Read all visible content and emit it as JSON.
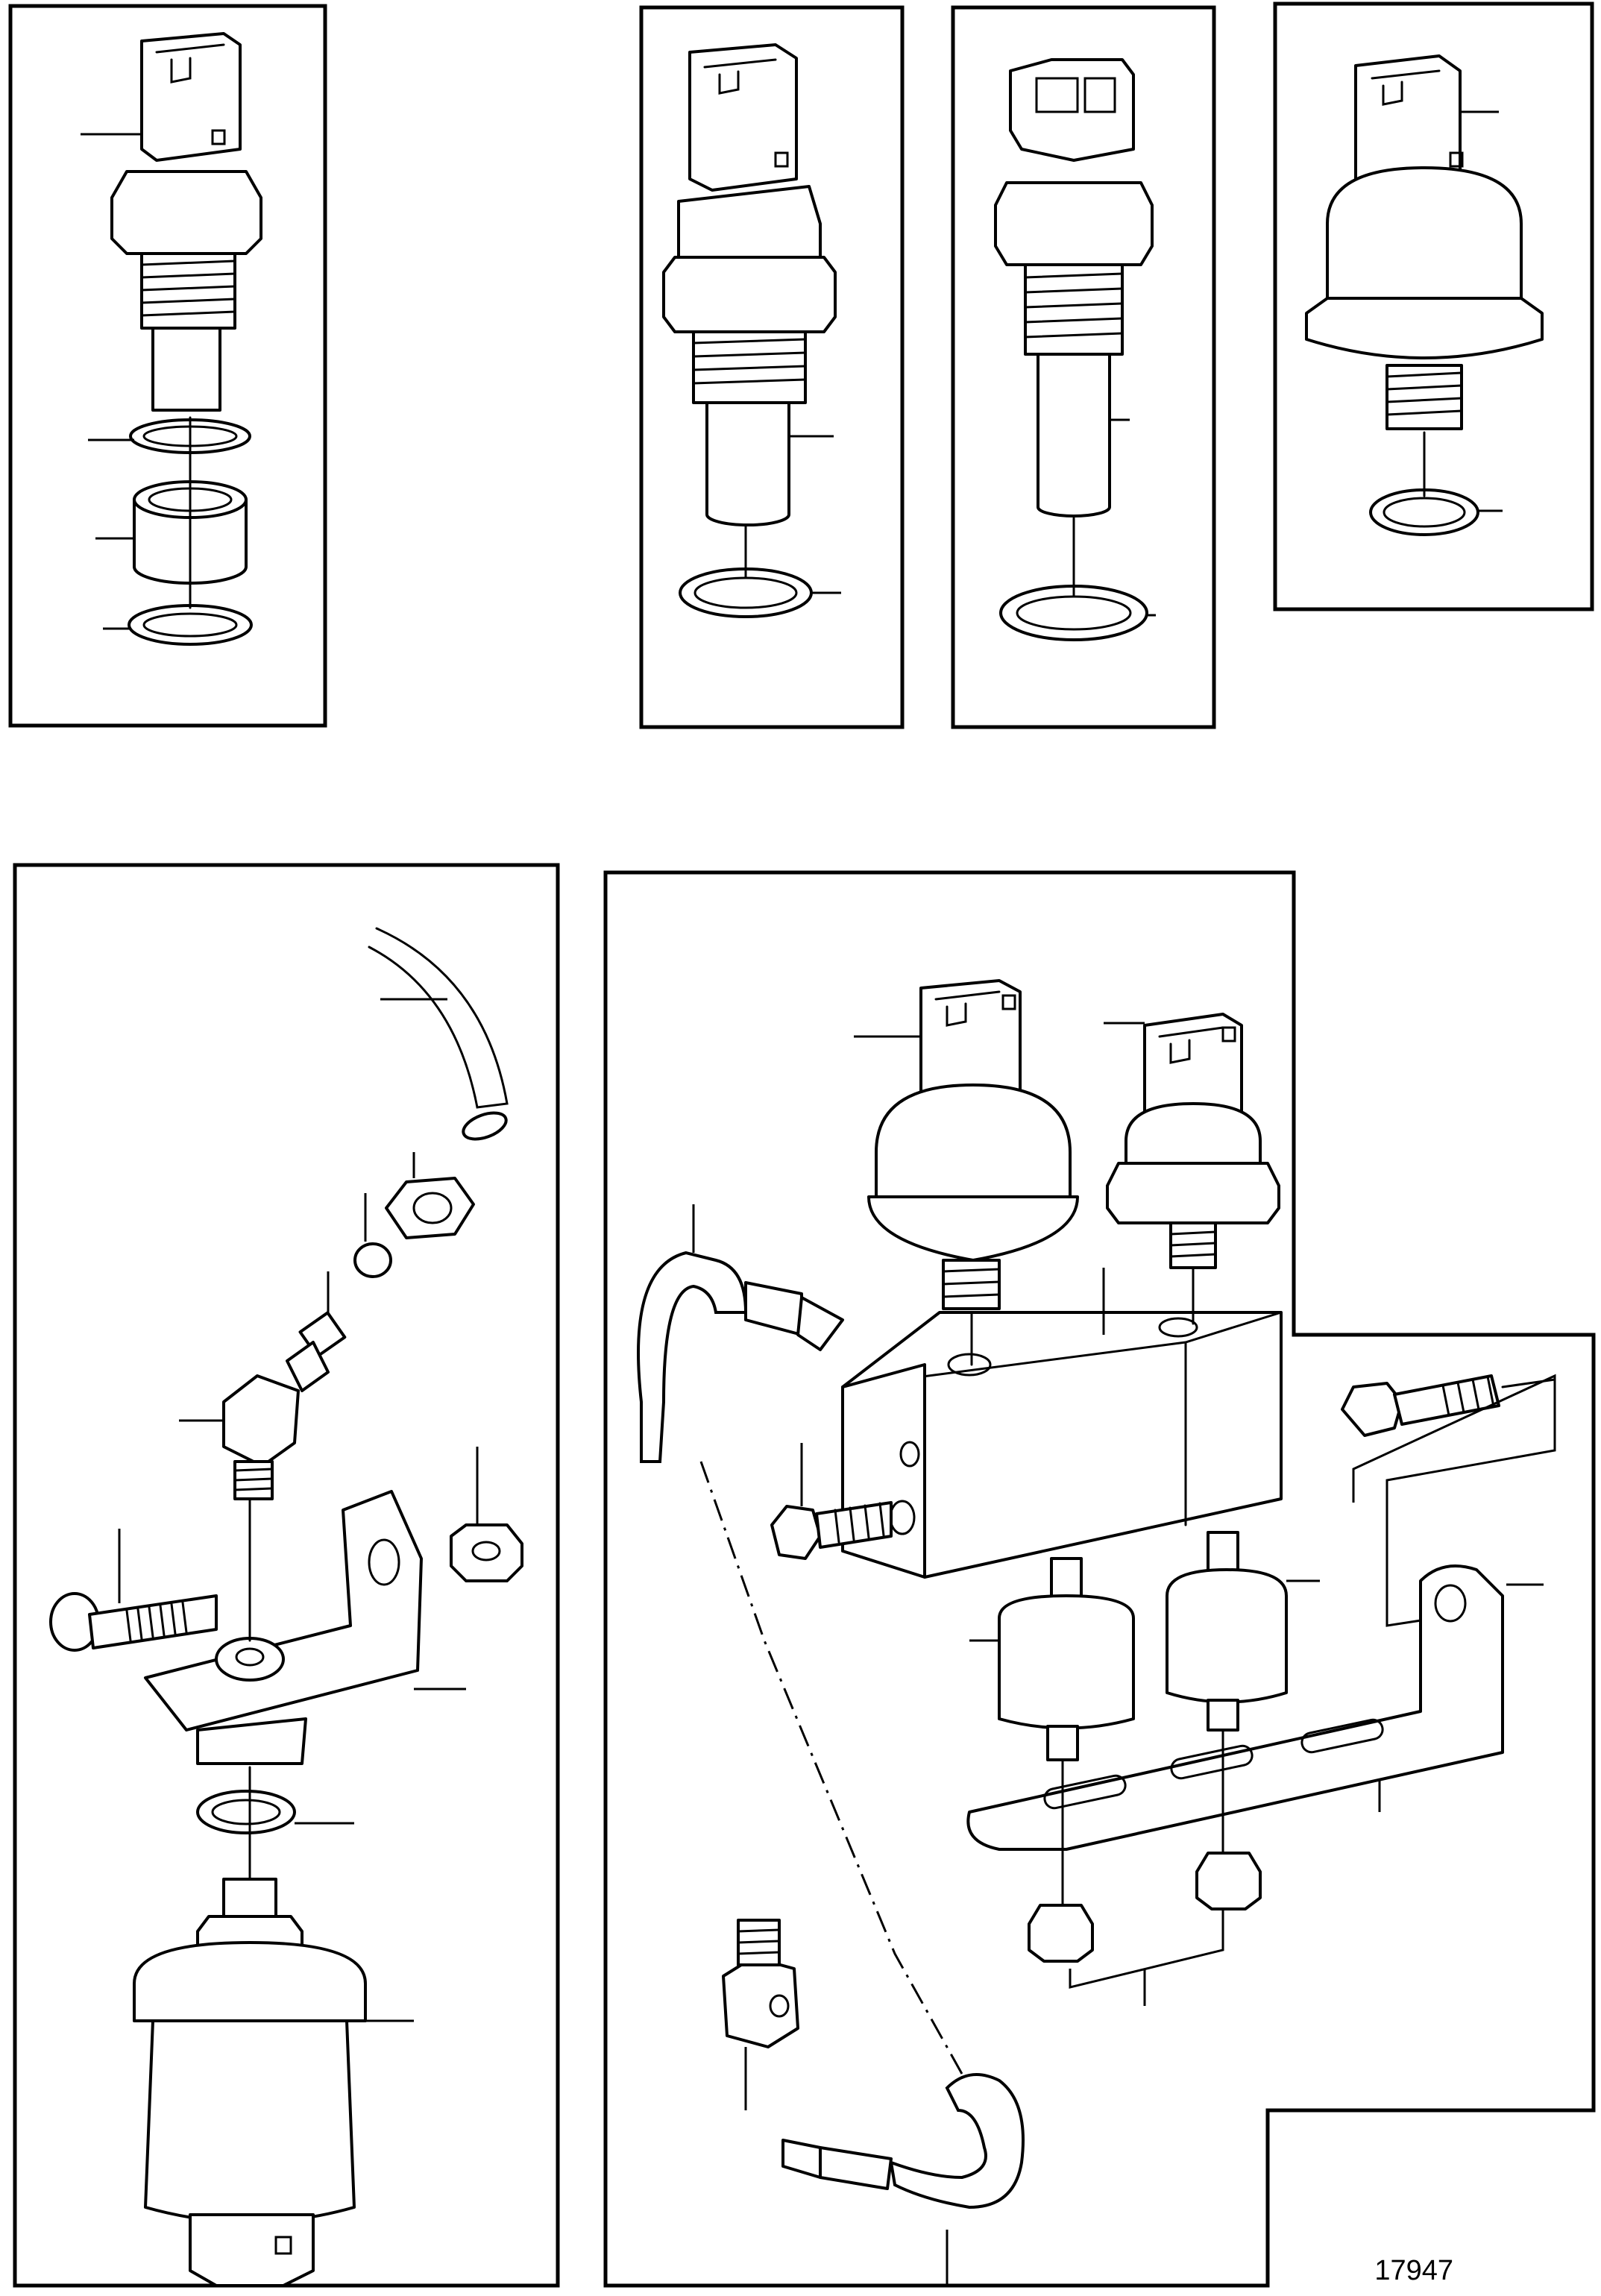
{
  "figure": {
    "number": "17947"
  },
  "panels": [
    {
      "id": "coolant-temp-sensor-with-sleeve"
    },
    {
      "id": "temp-sensor-long-probe"
    },
    {
      "id": "temp-sensor-slim-probe"
    },
    {
      "id": "oil-pressure-sender"
    },
    {
      "id": "remote-pressure-sender-bracket"
    },
    {
      "id": "sensor-manifold-block-assembly"
    }
  ],
  "colors": {
    "line": "#000000",
    "background": "#ffffff"
  }
}
